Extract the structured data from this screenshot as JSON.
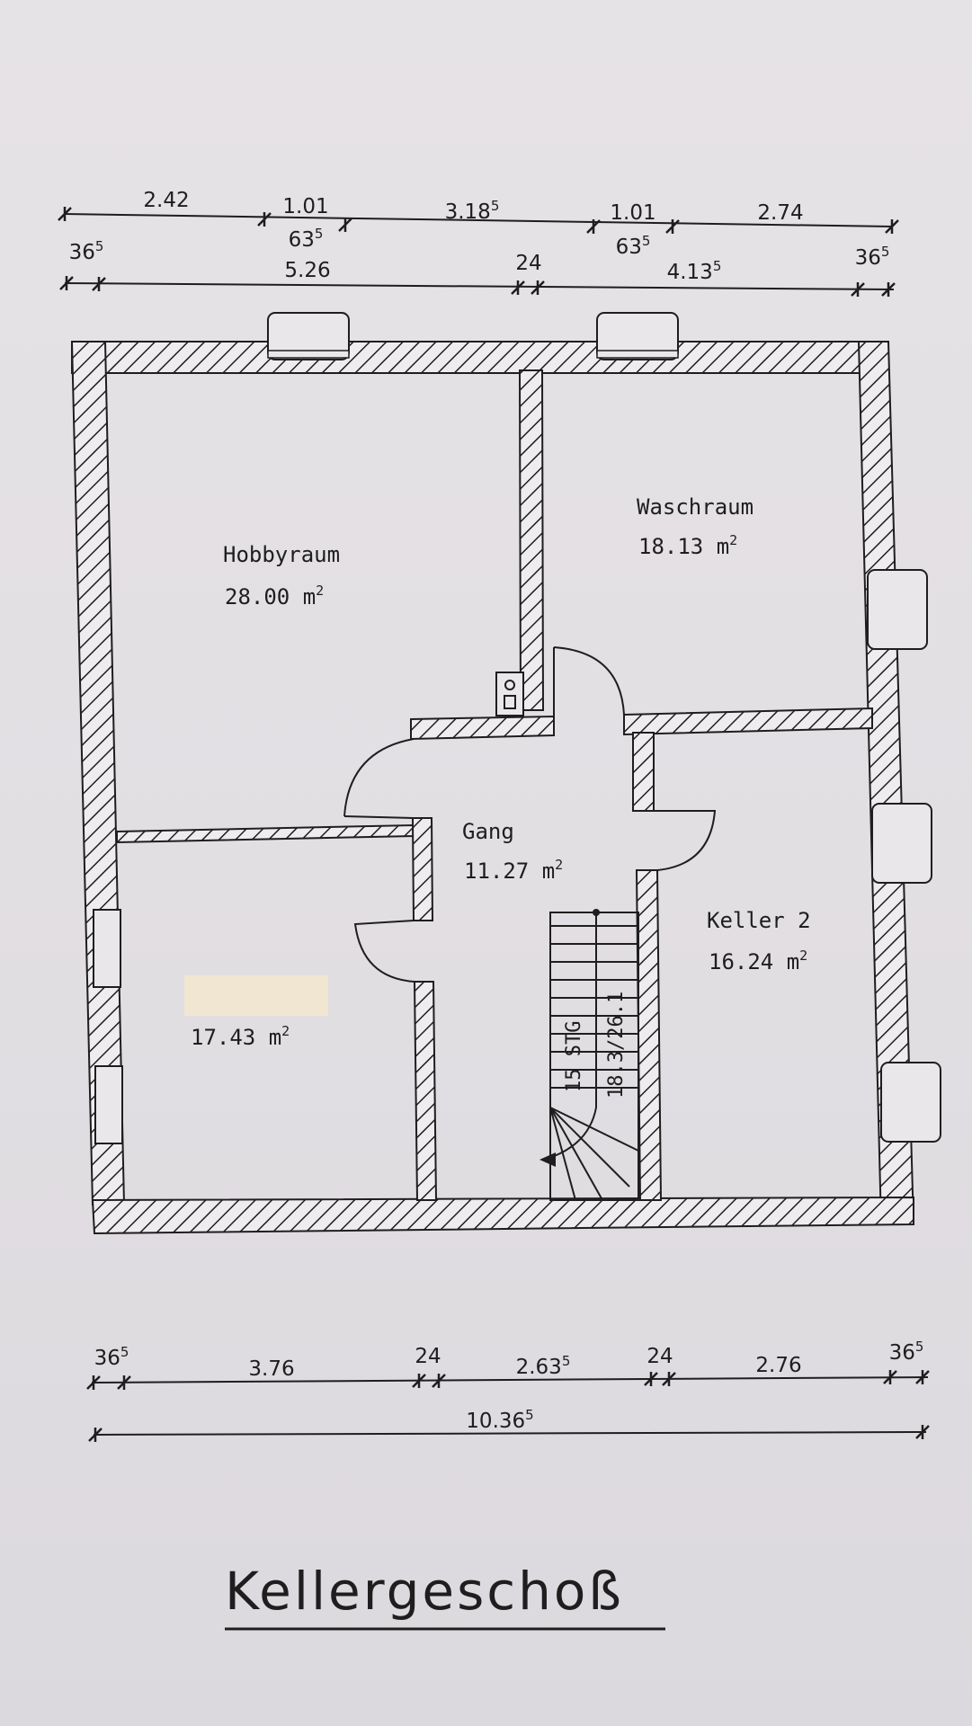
{
  "title": "Kellergeschoß",
  "rooms": {
    "hobbyraum": {
      "name": "Hobbyraum",
      "area": "28.00"
    },
    "waschraum": {
      "name": "Waschraum",
      "area": "18.13"
    },
    "gang": {
      "name": "Gang",
      "area": "11.27"
    },
    "keller2": {
      "name": "Keller 2",
      "area": "16.24"
    },
    "keller1": {
      "name": "",
      "area": "17.43"
    },
    "unit": "m",
    "unit_exp": "2"
  },
  "stairs": {
    "steps": "15 STG",
    "ratio": "18.3/26.1"
  },
  "dims_top_row1": [
    {
      "value": "2.42",
      "sup": ""
    },
    {
      "value": "1.01",
      "sup": ""
    },
    {
      "value": "3.18",
      "sup": "5"
    },
    {
      "value": "1.01",
      "sup": ""
    },
    {
      "value": "2.74",
      "sup": ""
    }
  ],
  "dims_top_openings": [
    {
      "value": "63",
      "sup": "5"
    },
    {
      "value": "63",
      "sup": "5"
    }
  ],
  "dims_top_row2": [
    {
      "value": "36",
      "sup": "5"
    },
    {
      "value": "5.26",
      "sup": ""
    },
    {
      "value": "24",
      "sup": ""
    },
    {
      "value": "4.13",
      "sup": "5"
    },
    {
      "value": "36",
      "sup": "5"
    }
  ],
  "dims_bottom_row1": [
    {
      "value": "36",
      "sup": "5"
    },
    {
      "value": "3.76",
      "sup": ""
    },
    {
      "value": "24",
      "sup": ""
    },
    {
      "value": "2.63",
      "sup": "5"
    },
    {
      "value": "24",
      "sup": ""
    },
    {
      "value": "2.76",
      "sup": ""
    },
    {
      "value": "36",
      "sup": "5"
    }
  ],
  "dims_bottom_total": {
    "value": "10.36",
    "sup": "5"
  }
}
